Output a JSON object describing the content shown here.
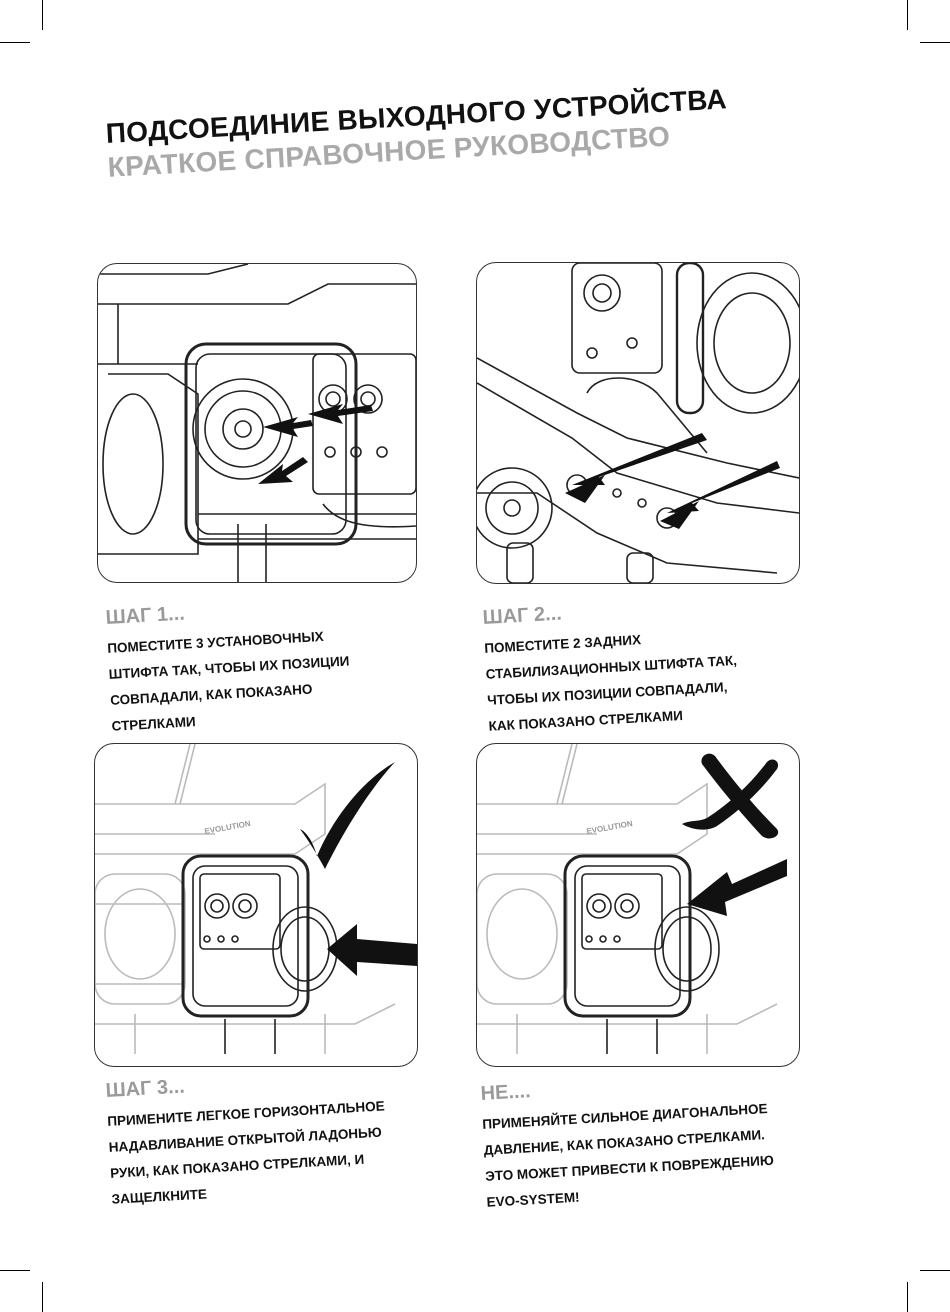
{
  "header": {
    "title": "ПОДСОЕДИНИЕ ВЫХОДНОГО УСТРОЙСТВА",
    "subtitle": "КРАТКОЕ СПРАВОЧНОЕ РУКОВОДСТВО"
  },
  "steps": [
    {
      "label": "ШАГ 1...",
      "lines": [
        "ПОМЕСТИТЕ 3 УСТАНОВОЧНЫХ",
        "ШТИФТА ТАК, ЧТОБЫ ИХ ПОЗИЦИИ",
        "СОВПАДАЛИ, КАК ПОКАЗАНО",
        "СТРЕЛКАМИ"
      ]
    },
    {
      "label": "ШАГ 2...",
      "lines": [
        "ПОМЕСТИТЕ 2 ЗАДНИХ",
        "СТАБИЛИЗАЦИОННЫХ ШТИФТА ТАК,",
        "ЧТОБЫ ИХ ПОЗИЦИИ СОВПАДАЛИ,",
        "КАК ПОКАЗАНО СТРЕЛКАМИ"
      ]
    },
    {
      "label": "ШАГ 3...",
      "lines": [
        "ПРИМЕНИТЕ ЛЕГКОЕ ГОРИЗОНТАЛЬНОЕ",
        "НАДАВЛИВАНИЕ ОТКРЫТОЙ ЛАДОНЬЮ",
        "РУКИ, КАК ПОКАЗАНО СТРЕЛКАМИ, И",
        "ЗАЩЕЛКНИТЕ"
      ]
    },
    {
      "label": "НЕ....",
      "lines": [
        "ПРИМЕНЯЙТЕ СИЛЬНОЕ ДИАГОНАЛЬНОЕ",
        "ДАВЛЕНИЕ, КАК ПОКАЗАНО СТРЕЛКАМИ.",
        "ЭТО МОЖЕТ ПРИВЕСТИ К ПОВРЕЖДЕНИЮ",
        "EVO-SYSTEM!"
      ]
    }
  ],
  "illustrations": {
    "brand_label": "EVOLUTION",
    "correct_mark_icon": "checkmark-icon",
    "wrong_mark_icon": "cross-icon"
  },
  "colors": {
    "title": "#111111",
    "subtitle": "#a9a9a9",
    "step_label": "#9a9a9a"
  }
}
